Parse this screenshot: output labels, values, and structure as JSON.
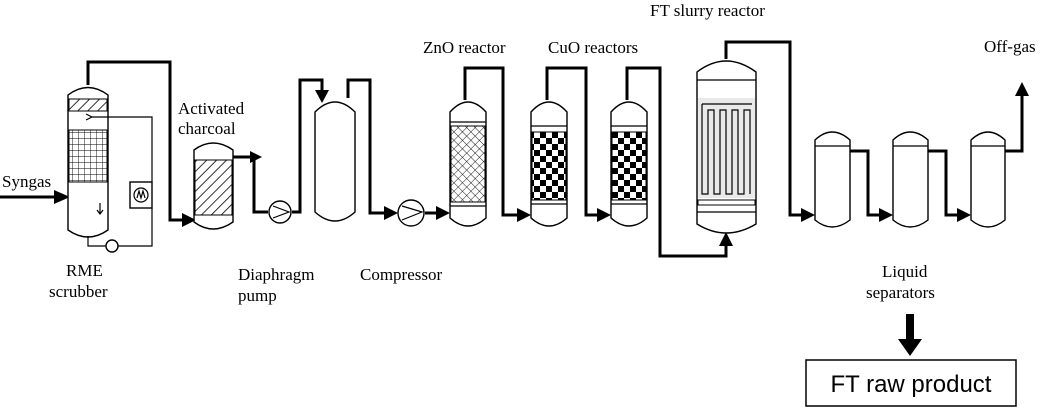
{
  "labels": {
    "syngas": "Syngas",
    "rme_scrubber_line1": "RME",
    "rme_scrubber_line2": "scrubber",
    "activated_charcoal_line1": "Activated",
    "activated_charcoal_line2": "charcoal",
    "diaphragm_pump_line1": "Diaphragm",
    "diaphragm_pump_line2": "pump",
    "compressor": "Compressor",
    "zno_reactor": "ZnO reactor",
    "cuo_reactors": "CuO reactors",
    "ft_slurry_reactor": "FT slurry reactor",
    "off_gas": "Off-gas",
    "liquid_separators_line1": "Liquid",
    "liquid_separators_line2": "separators",
    "ft_raw_product": "FT raw product"
  },
  "colors": {
    "line": "#000000",
    "background": "#ffffff"
  }
}
